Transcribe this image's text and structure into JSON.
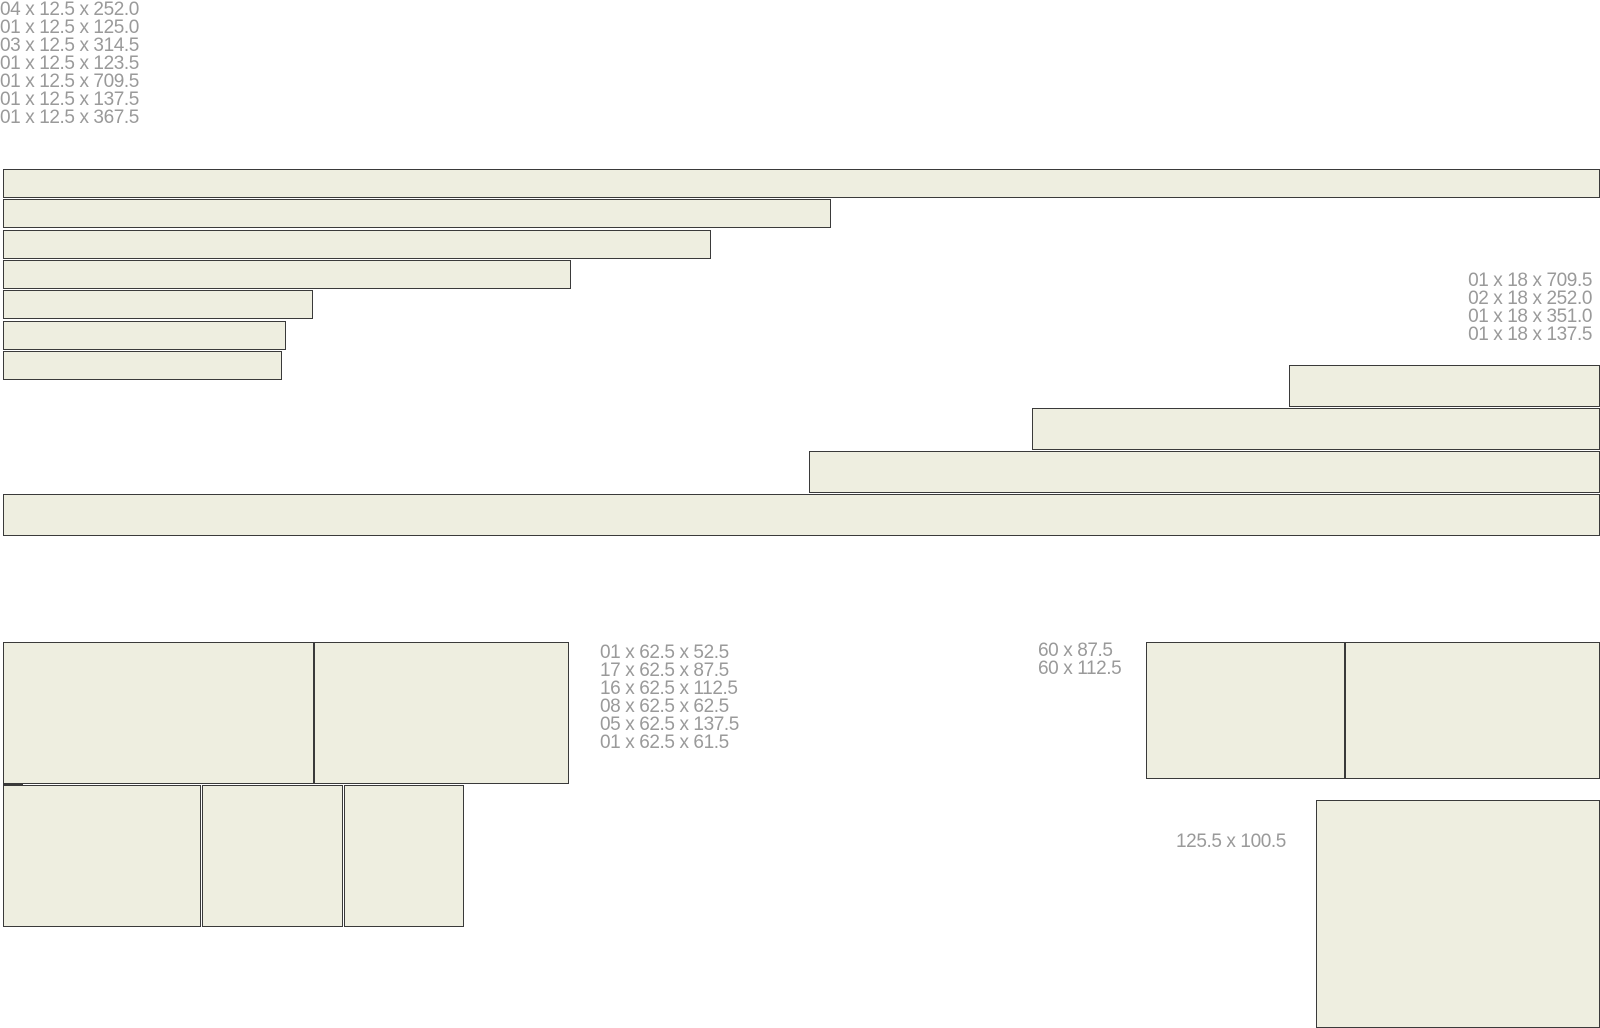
{
  "colors": {
    "piece_fill": "#eeeee0",
    "piece_stroke": "#3a3a3a",
    "label_text": "#9a9a9a",
    "background": "#ffffff"
  },
  "groups": {
    "strips_12_5": {
      "labels": [
        "04 x 12.5 x 252.0",
        "01 x 12.5 x 125.0",
        "03 x 12.5 x 314.5",
        "01 x 12.5 x 123.5",
        "01 x 12.5 x 709.5",
        "01 x 12.5 x 137.5",
        "01 x 12.5 x 367.5"
      ]
    },
    "strips_18": {
      "labels": [
        "01 x 18 x 709.5",
        "02 x 18 x 252.0",
        "01 x 18 x 351.0",
        "01 x 18 x 137.5"
      ]
    },
    "panels_62_5": {
      "labels": [
        "01 x 62.5 x 52.5",
        "17 x 62.5 x 87.5",
        "16 x 62.5 x 112.5",
        "08 x 62.5 x 62.5",
        "05 x 62.5 x 137.5",
        "01 x 62.5 x 61.5"
      ]
    },
    "panels_60": {
      "labels": [
        "60 x 87.5",
        "60 x 112.5"
      ]
    },
    "panel_large": {
      "labels": [
        "125.5 x 100.5"
      ]
    }
  }
}
